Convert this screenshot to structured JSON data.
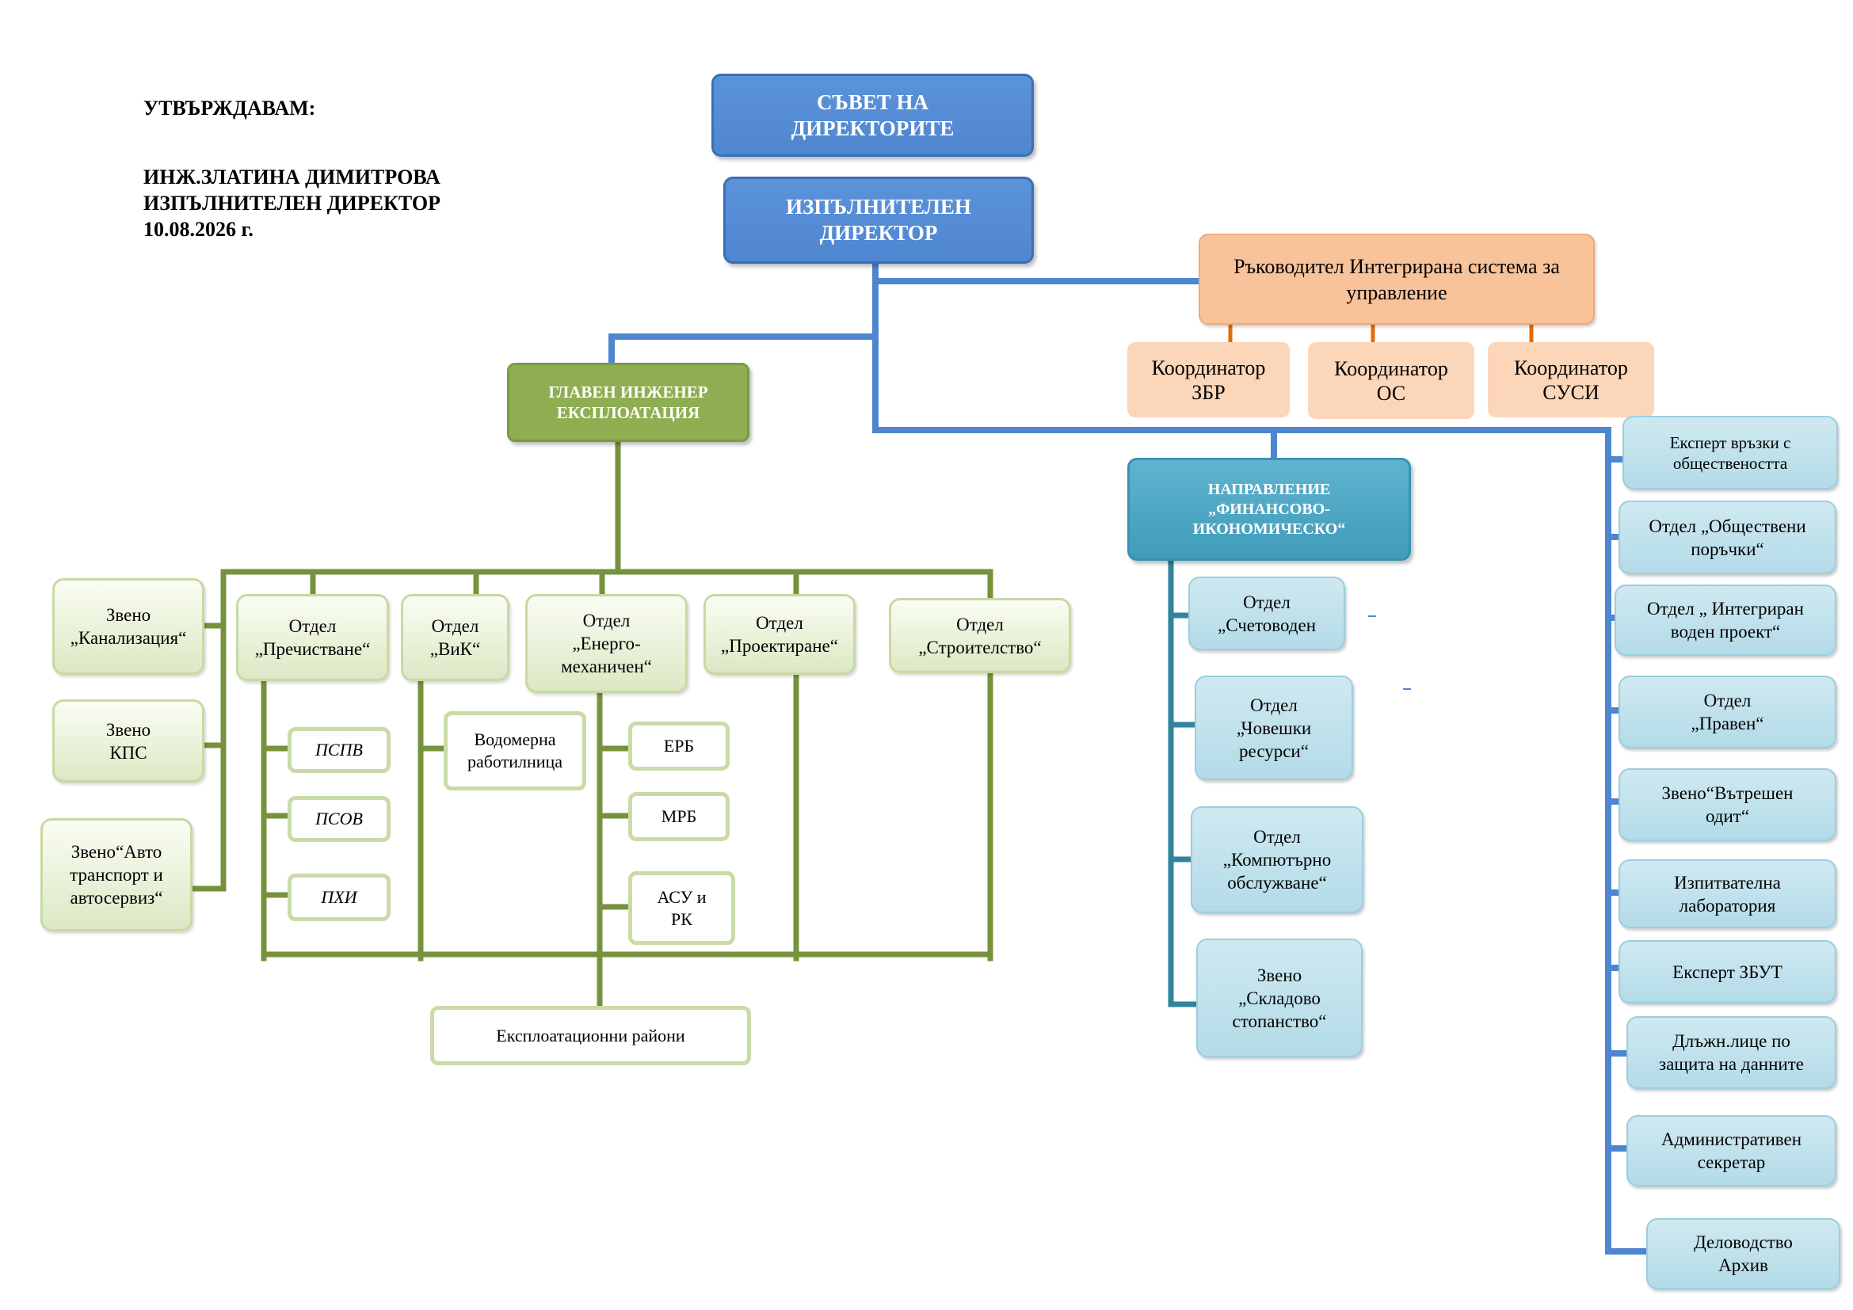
{
  "approval": {
    "heading": "УТВЪРЖДАВАМ:",
    "name": "ИНЖ.ЗЛАТИНА ДИМИТРОВА",
    "position": "ИЗПЪЛНИТЕЛЕН ДИРЕКТОР",
    "date": "10.08.2026 г."
  },
  "top": {
    "board": "СЪВЕТ НА\nДИРЕКТОРИТЕ",
    "executive_director": "ИЗПЪЛНИТЕЛЕН\nДИРЕКТОР"
  },
  "management_system": {
    "head": "Ръководител Интегрирана система за\nуправление",
    "coordinators": [
      "Координатор\nЗБР",
      "Координатор\nОС",
      "Координатор\nСУСИ"
    ]
  },
  "operations": {
    "chief_engineer": "ГЛАВЕН ИНЖЕНЕР\nЕКСПЛОАТАЦИЯ",
    "units": [
      "Звено\n„Канализация“",
      "Звено\nКПС",
      "Звено“Авто\nтранспорт и\nавтосервиз“"
    ],
    "departments": [
      "Отдел\n„Пречистване“",
      "Отдел\n„ВиК“",
      "Отдел\n„Енерго-\nмеханичен“",
      "Отдел\n„Проектиране“",
      "Отдел\n„Строителство“"
    ],
    "treatment_sub": [
      "ПСПВ",
      "ПСОВ",
      "ПХИ"
    ],
    "water_sub": [
      "Водомерна\nработилница"
    ],
    "energy_sub": [
      "ЕРБ",
      "МРБ",
      "АСУ и\nРК"
    ],
    "regions": "Експлоатационни райони"
  },
  "finance": {
    "head": "НАПРАВЛЕНИЕ\n„ФИНАНСОВО-\nИКОНОМИЧЕСКО“",
    "departments": [
      "Отдел\n„Счетоводен",
      "Отдел\n„Човешки\nресурси“",
      "Отдел\n„Компютърно\nобслужване“",
      "Звено\n„Складово\nстопанство“"
    ]
  },
  "staff": [
    "Експерт връзки с\nобществеността",
    "Отдел „Обществени\nпоръчки“",
    "Отдел „ Интегриран\nводен проект“",
    "Отдел\n„Правен“",
    "Звено“Вътрешен\nодит“",
    "Изпитвателна\nлаборатория",
    "Експерт ЗБУТ",
    "Длъжн.лице по\nзащита на данните",
    "Административен\nсекретар",
    "Деловодство\nАрхив"
  ],
  "colors": {
    "navy": "#4f86d0",
    "olive": "#8fae52",
    "olive_line": "#76923c",
    "teal": "#3f9cba",
    "teal_line": "#31849b",
    "light_blue": "#b3dbe8",
    "orange": "#f8c29a",
    "orange_line": "#e36c0a"
  }
}
